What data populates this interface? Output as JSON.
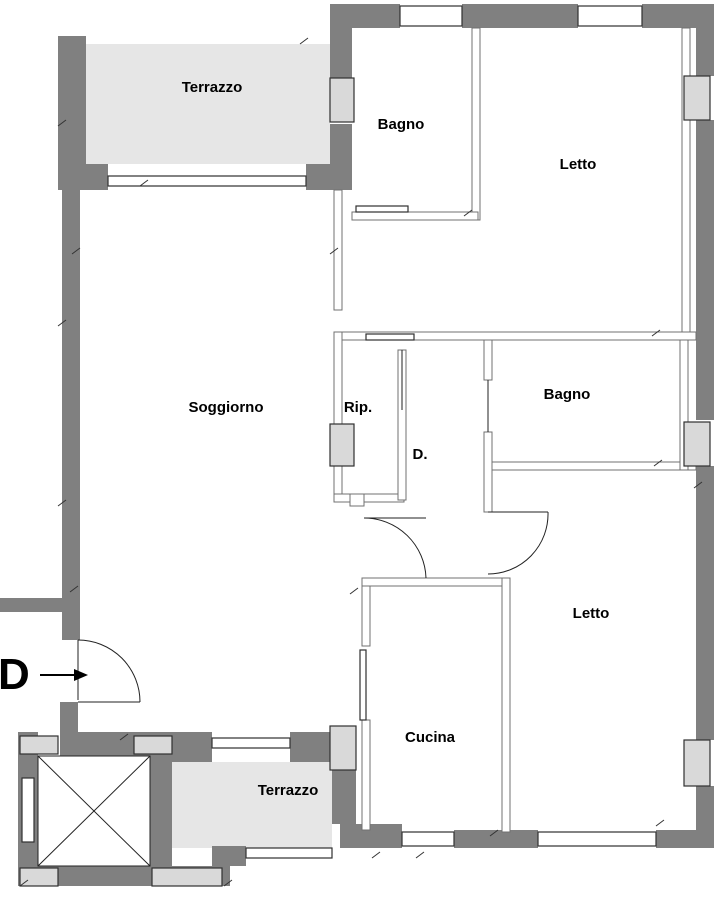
{
  "rooms": {
    "terrazzo_top": "Terrazzo",
    "bagno_top": "Bagno",
    "letto_top": "Letto",
    "soggiorno": "Soggiorno",
    "ripostiglio": "Rip.",
    "disimpegno": "D.",
    "bagno_mid": "Bagno",
    "letto_bottom": "Letto",
    "cucina": "Cucina",
    "terrazzo_bottom": "Terrazzo"
  },
  "entrance": {
    "letter": "D",
    "arrow": "→"
  },
  "colors": {
    "wall": "#808080",
    "terrace": "#e6e6e6",
    "pillar": "#d9d9d9"
  }
}
